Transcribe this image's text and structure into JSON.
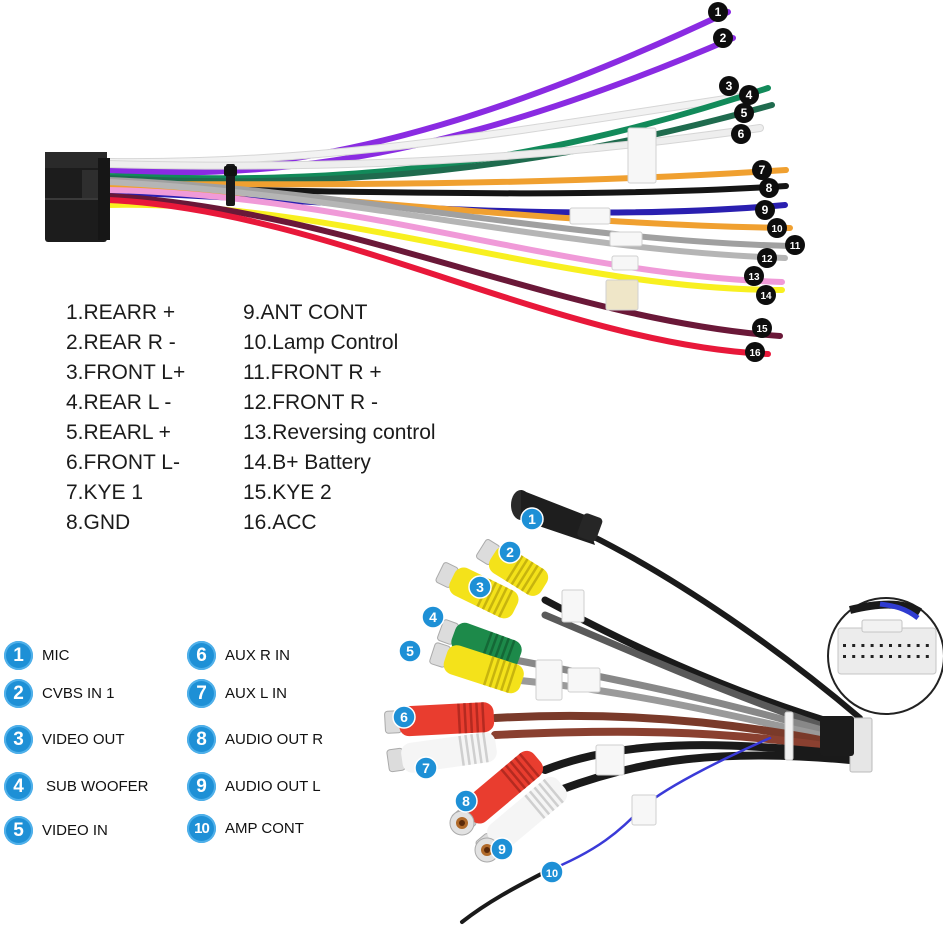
{
  "title": "Car stereo wiring harness pinout",
  "harness_16pin": {
    "wire_labels": [
      {
        "num": "1",
        "name": "REARR +",
        "color": "#8a2be2"
      },
      {
        "num": "2",
        "name": "REAR R -",
        "color": "#8a2be2"
      },
      {
        "num": "3",
        "name": "FRONT L+",
        "color": "#f2f2f2"
      },
      {
        "num": "4",
        "name": "REAR L -",
        "color": "#128a5a"
      },
      {
        "num": "5",
        "name": "REARL +",
        "color": "#1f6b4e"
      },
      {
        "num": "6",
        "name": "FRONT L-",
        "color": "#eeeeee"
      },
      {
        "num": "7",
        "name": "KYE 1",
        "color": "#f0a030"
      },
      {
        "num": "8",
        "name": "GND",
        "color": "#151515"
      },
      {
        "num": "9",
        "name": "ANT CONT",
        "color": "#2a1fb0"
      },
      {
        "num": "10",
        "name": "Lamp Control",
        "color": "#f0a030"
      },
      {
        "num": "11",
        "name": "FRONT R +",
        "color": "#a0a0a0"
      },
      {
        "num": "12",
        "name": "FRONT R -",
        "color": "#b5b5b5"
      },
      {
        "num": "13",
        "name": "Reversing control",
        "color": "#f09ad8"
      },
      {
        "num": "14",
        "name": "B+ Battery",
        "color": "#f8f020"
      },
      {
        "num": "15",
        "name": "KYE 2",
        "color": "#6a1838"
      },
      {
        "num": "16",
        "name": "ACC",
        "color": "#e8183a"
      }
    ],
    "legend_col1": [
      "1.REARR +",
      "2.REAR R -",
      "3.FRONT L+",
      "4.REAR L -",
      "5.REARL +",
      "6.FRONT L-",
      "7.KYE 1",
      "8.GND"
    ],
    "legend_col2": [
      "9.ANT CONT",
      "10.Lamp Control",
      "11.FRONT R +",
      "12.FRONT R -",
      "13.Reversing control",
      "14.B+ Battery",
      "15.KYE 2",
      "16.ACC"
    ]
  },
  "rca_harness": {
    "badge_color": "#1e90d6",
    "items": [
      {
        "num": "1",
        "label": "MIC"
      },
      {
        "num": "2",
        "label": "CVBS IN 1"
      },
      {
        "num": "3",
        "label": "VIDEO OUT"
      },
      {
        "num": "4",
        "label": "SUB WOOFER"
      },
      {
        "num": "5",
        "label": "VIDEO IN"
      },
      {
        "num": "6",
        "label": "AUX R IN"
      },
      {
        "num": "7",
        "label": "AUX L IN"
      },
      {
        "num": "8",
        "label": "AUDIO OUT R"
      },
      {
        "num": "9",
        "label": "AUDIO OUT L"
      },
      {
        "num": "10",
        "label": "AMP CONT"
      }
    ]
  }
}
